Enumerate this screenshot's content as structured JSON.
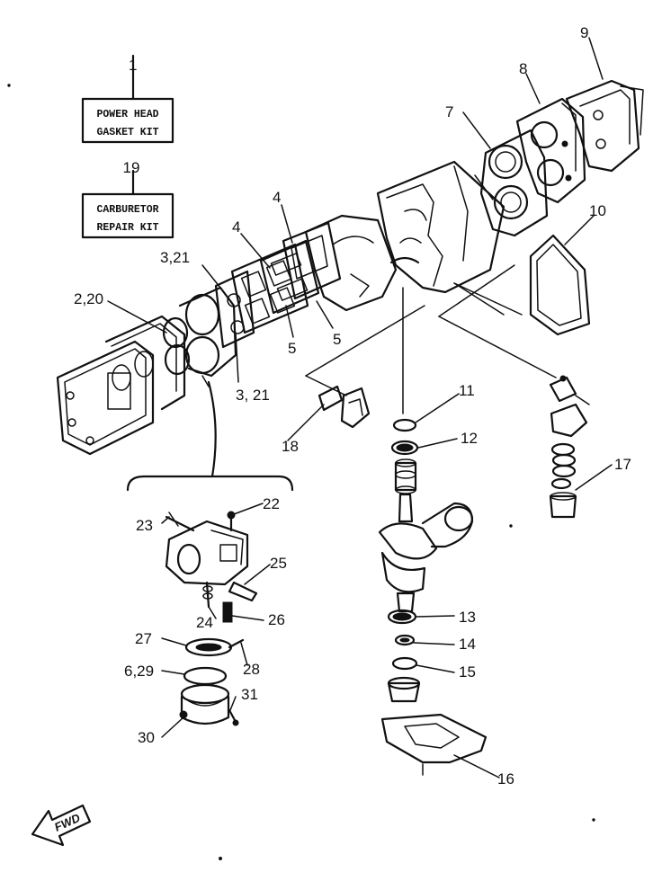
{
  "kits": {
    "power_head": {
      "number": "1",
      "line1": "POWER HEAD",
      "line2": "GASKET KIT"
    },
    "carburetor": {
      "number": "19",
      "line1": "CARBURETOR",
      "line2": "REPAIR KIT"
    }
  },
  "callouts": {
    "c2": "2,20",
    "c3a": "3,21",
    "c3b": "3, 21",
    "c4a": "4",
    "c4b": "4",
    "c5a": "5",
    "c5b": "5",
    "c6": "6,29",
    "c7": "7",
    "c8": "8",
    "c9": "9",
    "c10": "10",
    "c11": "11",
    "c12": "12",
    "c13": "13",
    "c14": "14",
    "c15": "15",
    "c16": "16",
    "c17": "17",
    "c18": "18",
    "c22": "22",
    "c23": "23",
    "c24": "24",
    "c25": "25",
    "c26": "26",
    "c27": "27",
    "c28": "28",
    "c30": "30",
    "c31": "31"
  },
  "fwd_label": "FWD"
}
